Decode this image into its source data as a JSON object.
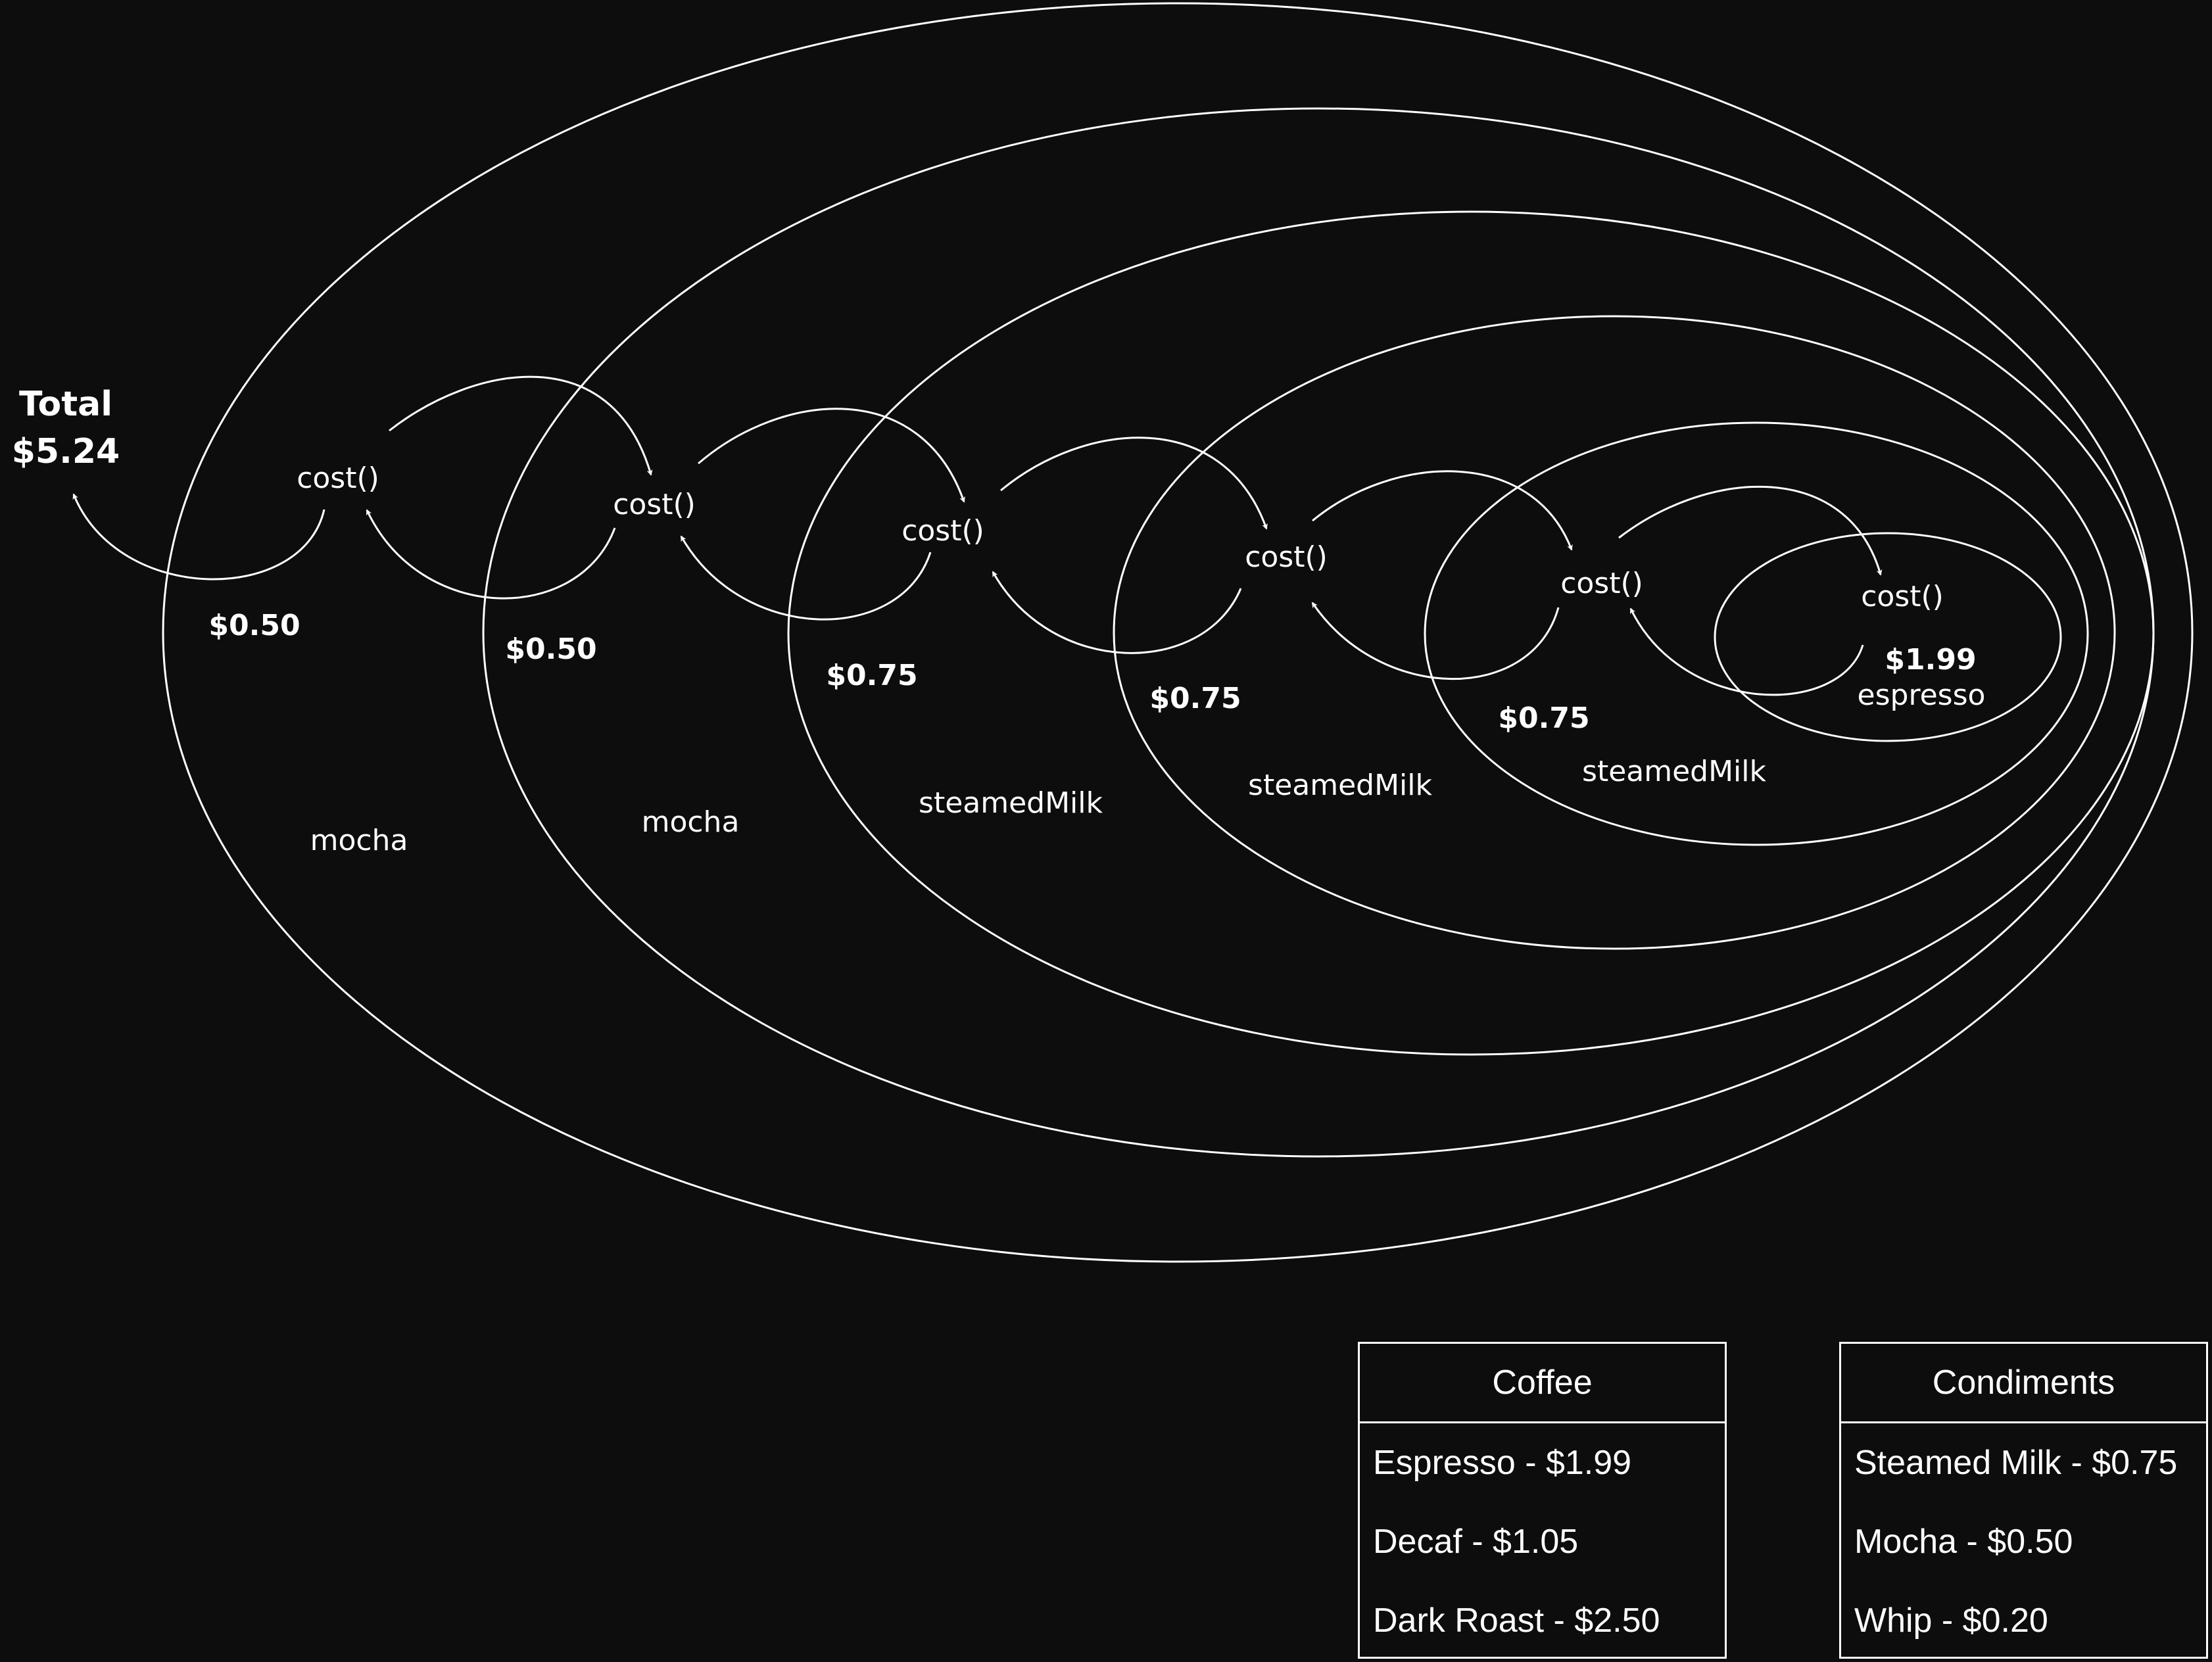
{
  "total": {
    "label": "Total",
    "value": "$5.24"
  },
  "layers": [
    {
      "name": "mocha",
      "method": "cost()",
      "price": "$0.50"
    },
    {
      "name": "mocha",
      "method": "cost()",
      "price": "$0.50"
    },
    {
      "name": "steamedMilk",
      "method": "cost()",
      "price": "$0.75"
    },
    {
      "name": "steamedMilk",
      "method": "cost()",
      "price": "$0.75"
    },
    {
      "name": "steamedMilk",
      "method": "cost()",
      "price": "$0.75"
    },
    {
      "name": "espresso",
      "method": "cost()",
      "price": "$1.99"
    }
  ],
  "coffee": {
    "title": "Coffee",
    "items": [
      "Espresso - $1.99",
      "Decaf - $1.05",
      "Dark Roast - $2.50"
    ]
  },
  "condiments": {
    "title": "Condiments",
    "items": [
      "Steamed Milk - $0.75",
      "Mocha - $0.50",
      "Whip - $0.20"
    ]
  },
  "colors": {
    "background": "#0d0d0d",
    "stroke": "#ffffff"
  }
}
